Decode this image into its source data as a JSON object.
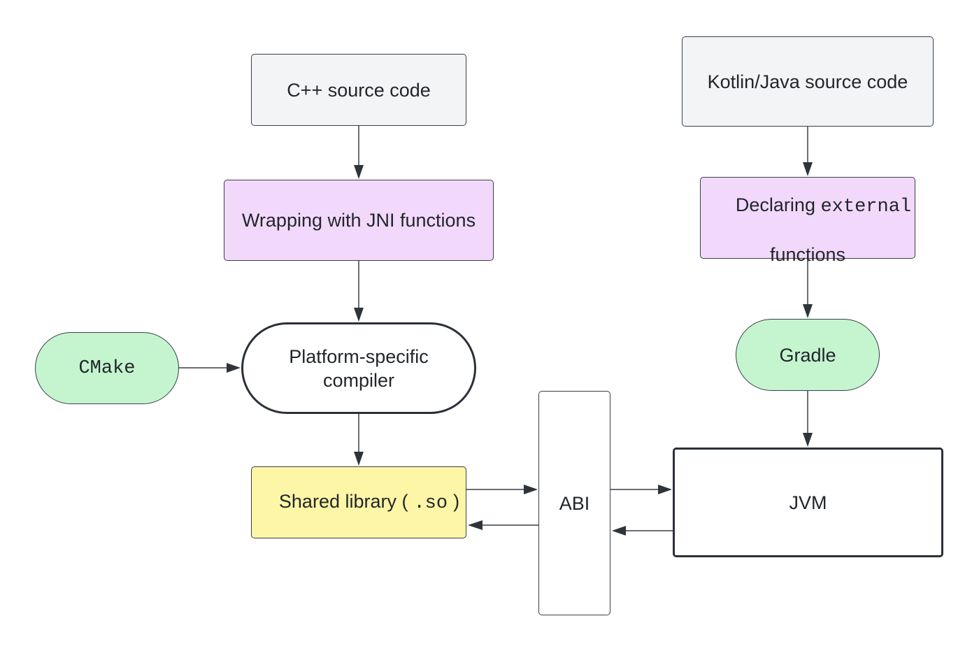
{
  "nodes": {
    "cpp_source": {
      "label": "C++ source code"
    },
    "jni_wrap": {
      "label": "Wrapping with JNI functions"
    },
    "compiler": {
      "line1": "Platform-specific",
      "line2": "compiler"
    },
    "cmake": {
      "label": "CMake"
    },
    "shared_lib": {
      "prefix": "Shared library (",
      "code": ".so",
      "suffix": ")"
    },
    "abi": {
      "label": "ABI"
    },
    "kotlin_source": {
      "label": "Kotlin/Java source code"
    },
    "declaring": {
      "prefix": "Declaring",
      "code": "external",
      "line2": "functions"
    },
    "gradle": {
      "label": "Gradle"
    },
    "jvm": {
      "label": "JVM"
    }
  },
  "colors": {
    "source_fill": "#f3f4f6",
    "jni_fill": "#f2d9fc",
    "tool_fill": "#c4f5cf",
    "output_fill": "#fdf6a6",
    "stroke": "#3a3f47"
  },
  "edges": [
    {
      "from": "cpp_source",
      "to": "jni_wrap"
    },
    {
      "from": "jni_wrap",
      "to": "compiler"
    },
    {
      "from": "cmake",
      "to": "compiler"
    },
    {
      "from": "compiler",
      "to": "shared_lib"
    },
    {
      "from": "shared_lib",
      "to": "abi"
    },
    {
      "from": "abi",
      "to": "shared_lib"
    },
    {
      "from": "abi",
      "to": "jvm"
    },
    {
      "from": "jvm",
      "to": "abi"
    },
    {
      "from": "kotlin_source",
      "to": "declaring"
    },
    {
      "from": "declaring",
      "to": "gradle"
    },
    {
      "from": "gradle",
      "to": "jvm"
    }
  ]
}
